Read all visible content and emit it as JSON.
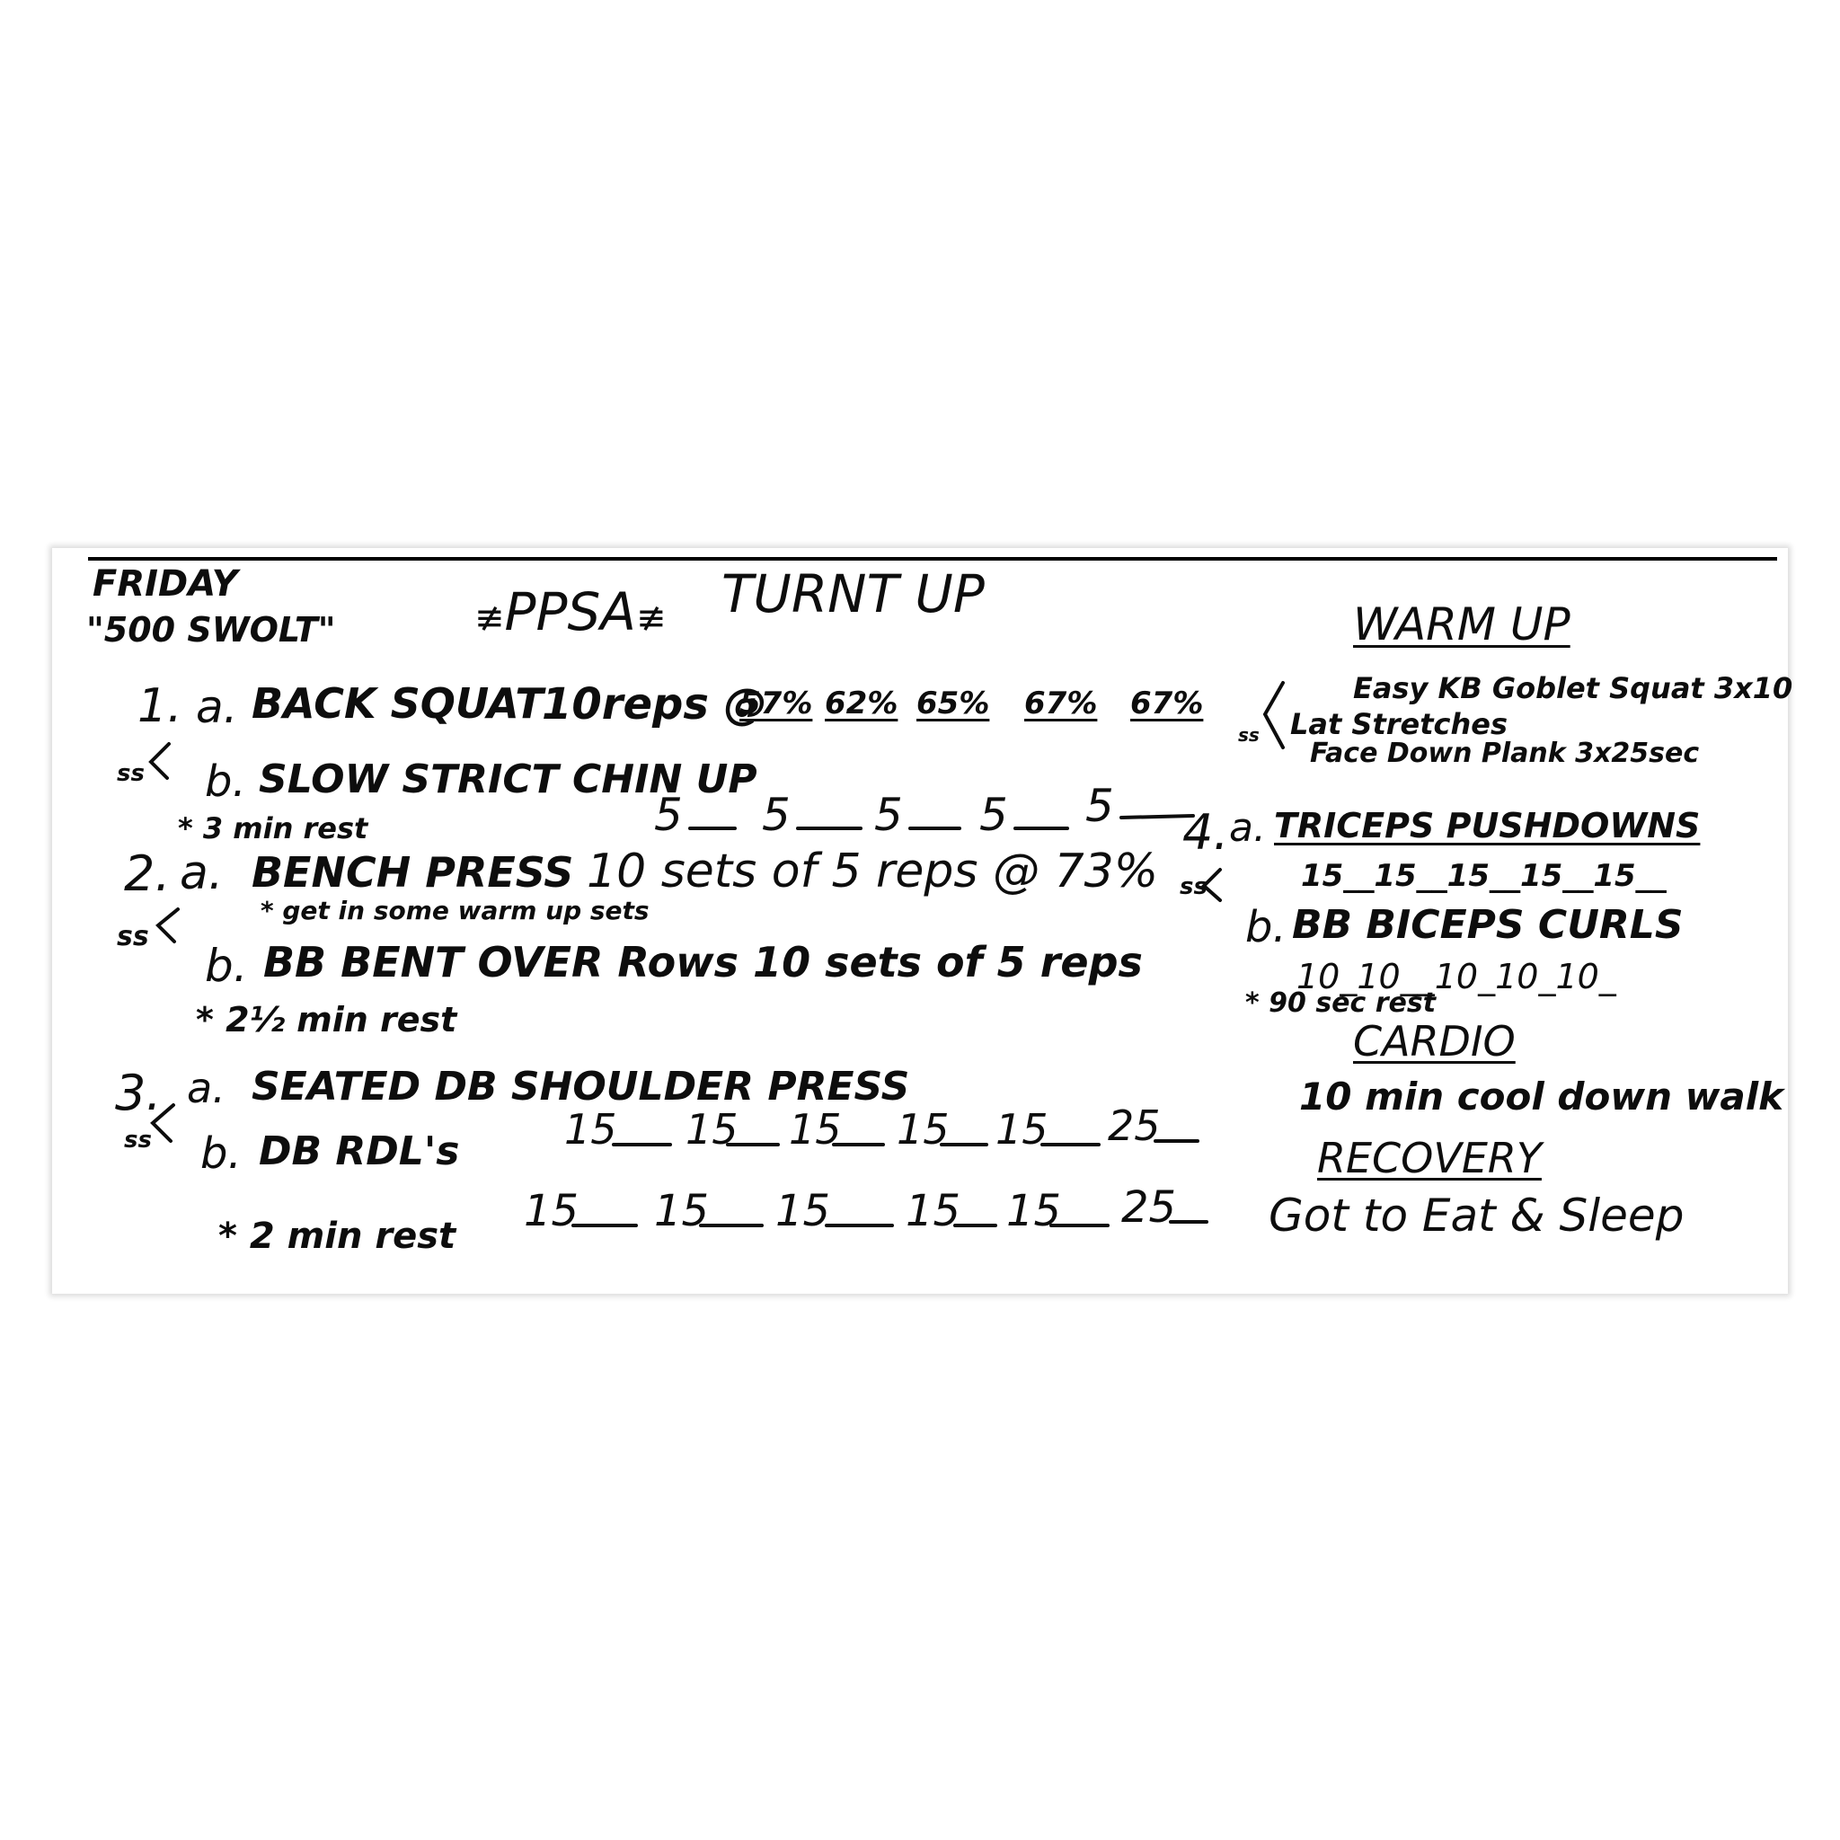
{
  "header": {
    "day": "FRIDAY",
    "nickname": "\"500 SWOLT\"",
    "logo": "PPSA",
    "title": "TURNT UP"
  },
  "exercise1": {
    "number": "1.",
    "a_label": "a.",
    "a_name": "BACK SQUAT",
    "a_scheme": "10reps @",
    "percentages": [
      "57%",
      "62%",
      "65%",
      "67%",
      "67%"
    ],
    "ss": "ss",
    "b_label": "b.",
    "b_name": "SLOW STRICT CHIN UP",
    "rest": "* 3 min rest",
    "b_reps": [
      "5",
      "5",
      "5",
      "5",
      "5"
    ]
  },
  "exercise2": {
    "number": "2.",
    "a_label": "a.",
    "a_name": "BENCH PRESS",
    "a_scheme": "10 sets of 5 reps @ 73%",
    "note": "* get in some warm up sets",
    "ss": "ss",
    "b_label": "b.",
    "b_name": "BB BENT OVER Rows 10 sets of 5 reps",
    "rest": "* 2½ min rest"
  },
  "exercise3": {
    "number": "3.",
    "a_label": "a.",
    "a_name": "SEATED DB SHOULDER PRESS",
    "a_reps": [
      "15",
      "15",
      "15",
      "15",
      "15",
      "25"
    ],
    "ss": "ss",
    "b_label": "b.",
    "b_name": "DB RDL's",
    "b_reps": [
      "15",
      "15",
      "15",
      "15",
      "15",
      "25"
    ],
    "rest": "* 2 min rest"
  },
  "warmup": {
    "heading": "WARM UP",
    "ss": "ss",
    "items": [
      "Easy KB Goblet Squat 3x10",
      "Lat Stretches",
      "Face Down Plank 3x25sec"
    ]
  },
  "exercise4": {
    "number": "4.",
    "a_label": "a.",
    "a_name": "TRICEPS PUSHDOWNS",
    "a_reps": [
      "15",
      "15",
      "15",
      "15",
      "15"
    ],
    "ss": "ss",
    "b_label": "b.",
    "b_name": "BB BICEPS CURLS",
    "b_reps": [
      "10",
      "10",
      "10",
      "10",
      "10"
    ],
    "rest": "* 90 sec rest"
  },
  "cardio": {
    "heading": "CARDIO",
    "text": "10 min cool down walk"
  },
  "recovery": {
    "heading": "RECOVERY",
    "text": "Got to Eat & Sleep"
  }
}
